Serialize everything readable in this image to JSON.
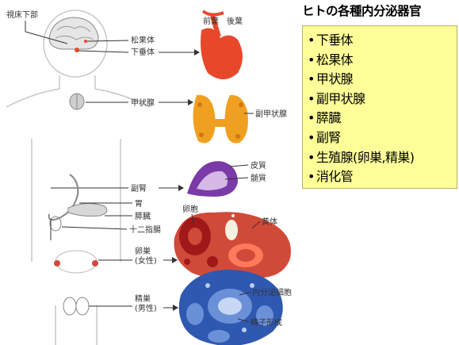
{
  "title": "ヒトの各種内分泌器官",
  "organ_list": [
    "下垂体",
    "松果体",
    "甲状腺",
    "副甲状腺",
    "膵臓",
    "副腎",
    "生殖腺(卵巣,精巣)",
    "消化管"
  ],
  "labels": {
    "hypothalamus": "視床下部",
    "pineal": "松果体",
    "pituitary": "下垂体",
    "anterior_lobe": "前葉",
    "posterior_lobe": "後葉",
    "thyroid": "甲状腺",
    "parathyroid": "副甲状腺",
    "adrenal": "副腎",
    "cortex": "皮質",
    "medulla": "髄質",
    "stomach": "胃",
    "pancreas": "膵臓",
    "duodenum": "十二指腸",
    "ovary": "卵巣",
    "ovary_sub": "(女性)",
    "follicle": "卵胞",
    "corpus_luteum": "黄体",
    "testis": "精巣",
    "testis_sub": "(男性)",
    "endocrine_cell": "内分泌細胞",
    "spermatogenesis": "精子形成"
  },
  "colors": {
    "list_bg": "#ffff99",
    "pituitary": "#e8482a",
    "thyroid": "#f0a020",
    "adrenal": "#7a3aa8",
    "ovary": "#d04a3a",
    "testis": "#2f58b0"
  }
}
